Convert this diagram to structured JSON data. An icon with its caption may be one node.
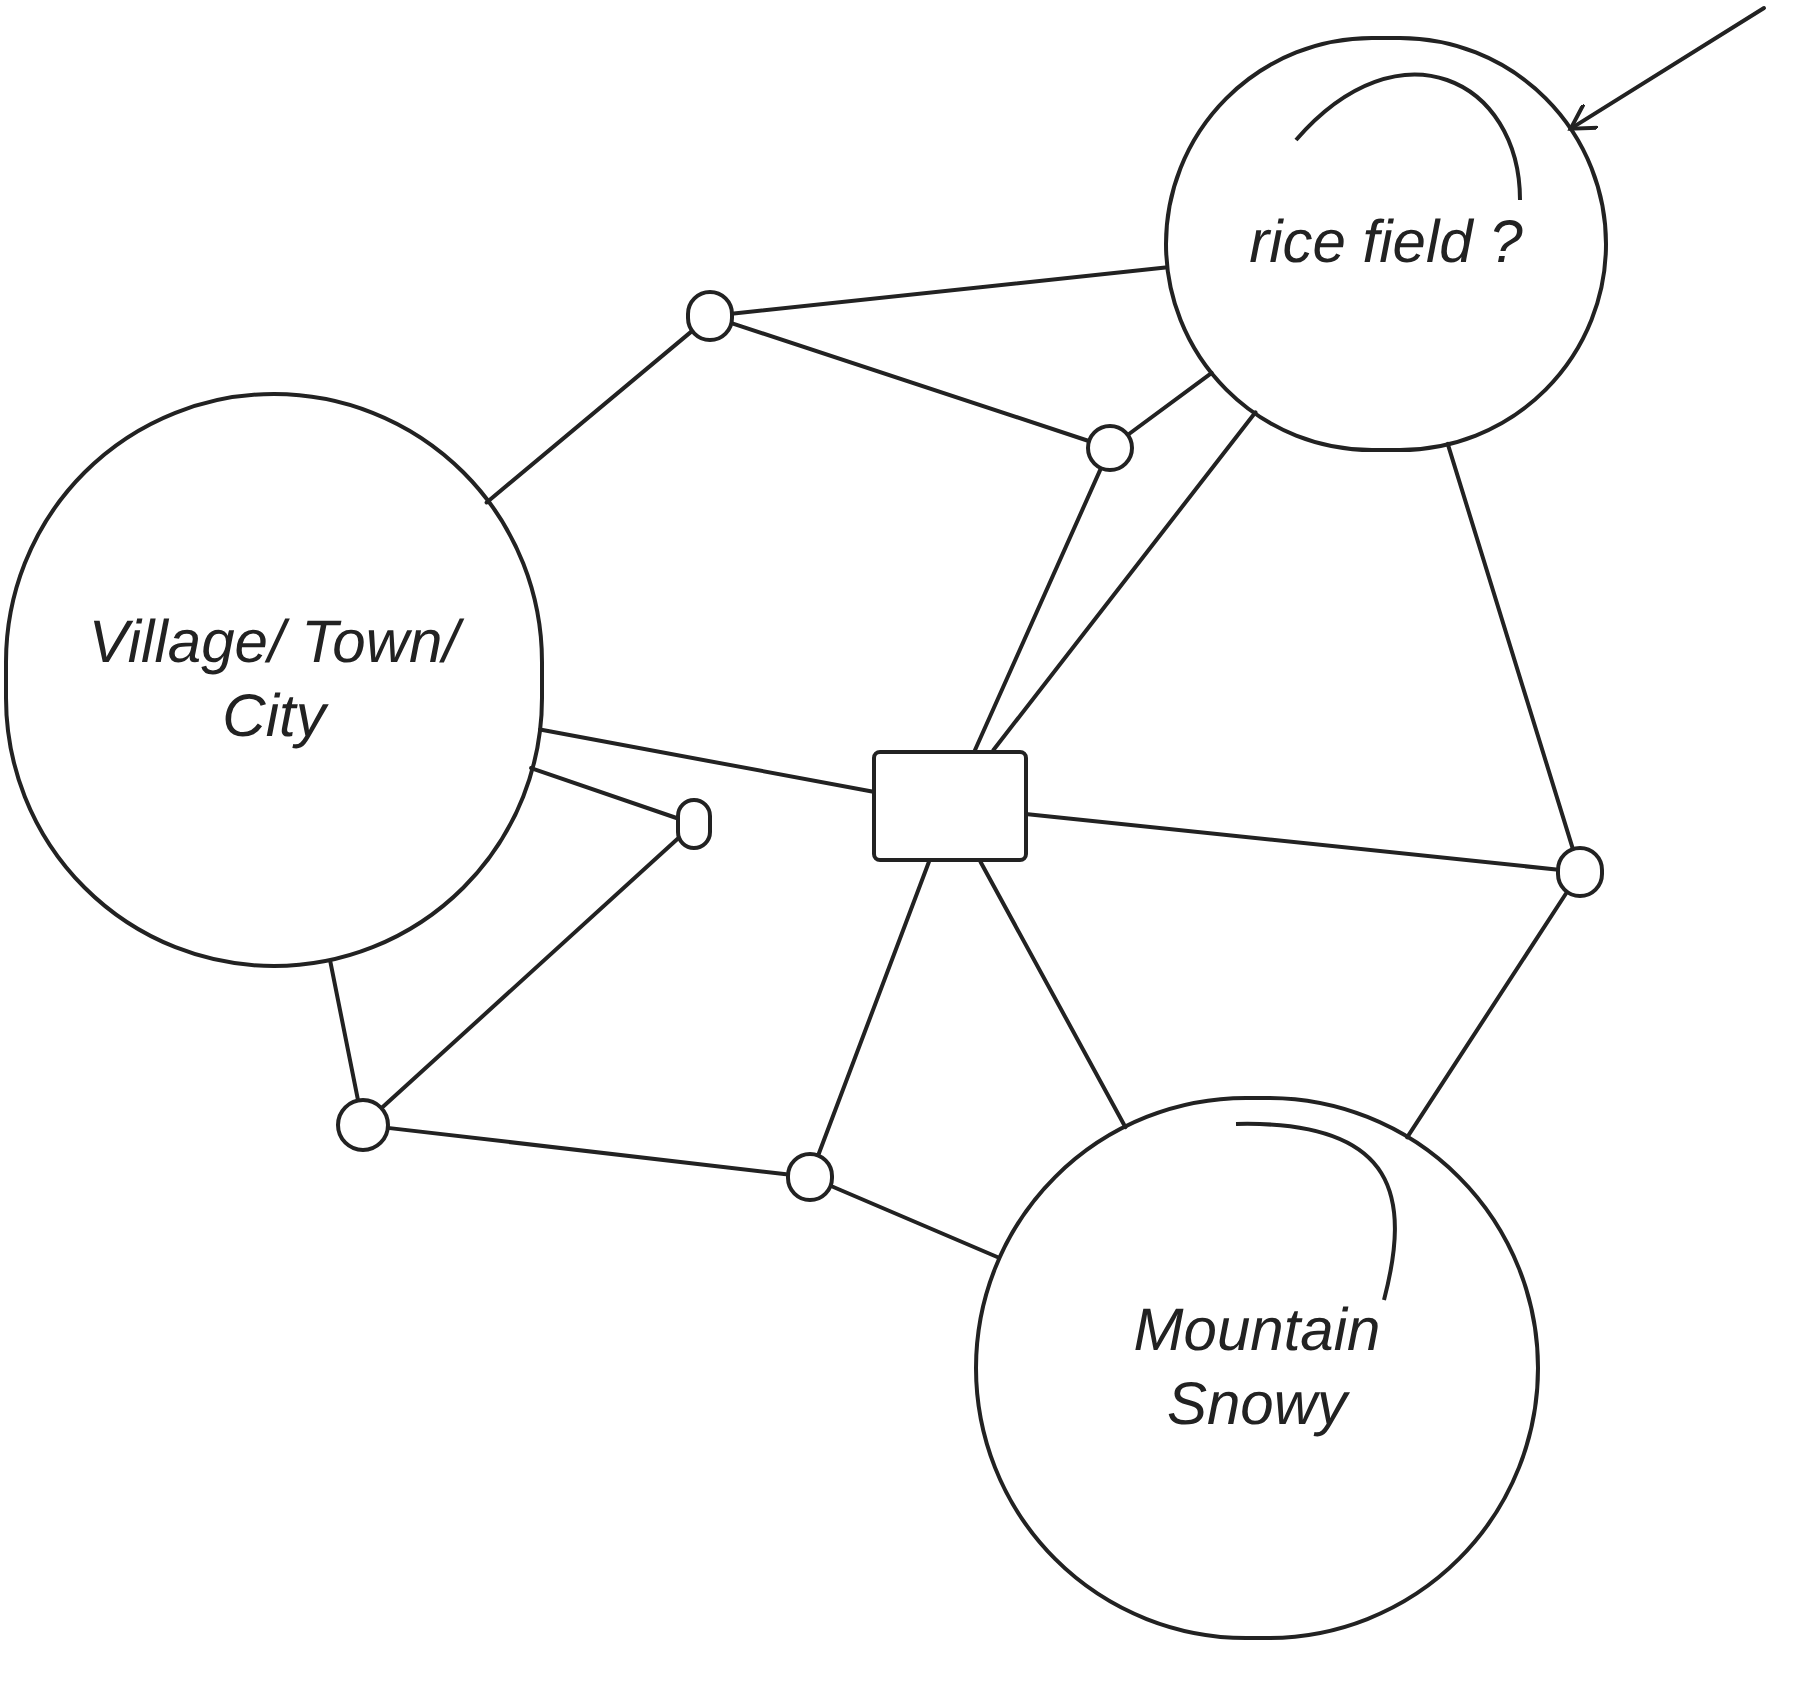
{
  "diagram": {
    "nodes": [
      {
        "text": [
          "rice field ?"
        ]
      },
      {
        "text": [
          "Village/ Town/ City"
        ]
      },
      {
        "text": [
          "Mountain Snowy"
        ]
      },
      {
        "text": [],
        "shape": "circle"
      },
      {
        "text": [],
        "shape": "circle"
      },
      {
        "text": [],
        "shape": "circle"
      },
      {
        "text": [],
        "shape": "circle"
      },
      {
        "text": [],
        "shape": "circle"
      },
      {
        "text": [],
        "shape": "circle"
      },
      {
        "text": [],
        "shape": "box"
      }
    ],
    "edges": [
      {
        "from": 3,
        "to": 0,
        "arrow": "none"
      },
      {
        "from": 3,
        "to": 1,
        "arrow": "none"
      },
      {
        "from": 3,
        "to": 4,
        "arrow": "none"
      },
      {
        "from": 4,
        "to": 0,
        "arrow": "none"
      },
      {
        "from": 4,
        "to": 9,
        "arrow": "none"
      },
      {
        "from": 0,
        "to": 9,
        "arrow": "none"
      },
      {
        "from": 0,
        "to": 6,
        "arrow": "none"
      },
      {
        "from": 1,
        "to": 9,
        "arrow": "none"
      },
      {
        "from": 1,
        "to": 5,
        "arrow": "none"
      },
      {
        "from": 5,
        "to": 7,
        "arrow": "none"
      },
      {
        "from": 1,
        "to": 7,
        "arrow": "none"
      },
      {
        "from": 7,
        "to": 8,
        "arrow": "none"
      },
      {
        "from": 8,
        "to": 9,
        "arrow": "none"
      },
      {
        "from": 8,
        "to": 2,
        "arrow": "none"
      },
      {
        "from": 9,
        "to": 6,
        "arrow": "none"
      },
      {
        "from": 9,
        "to": 2,
        "arrow": "none"
      },
      {
        "from": 6,
        "to": 2,
        "arrow": "none"
      },
      {
        "from": null,
        "to": 0,
        "arrow": "to"
      }
    ]
  }
}
